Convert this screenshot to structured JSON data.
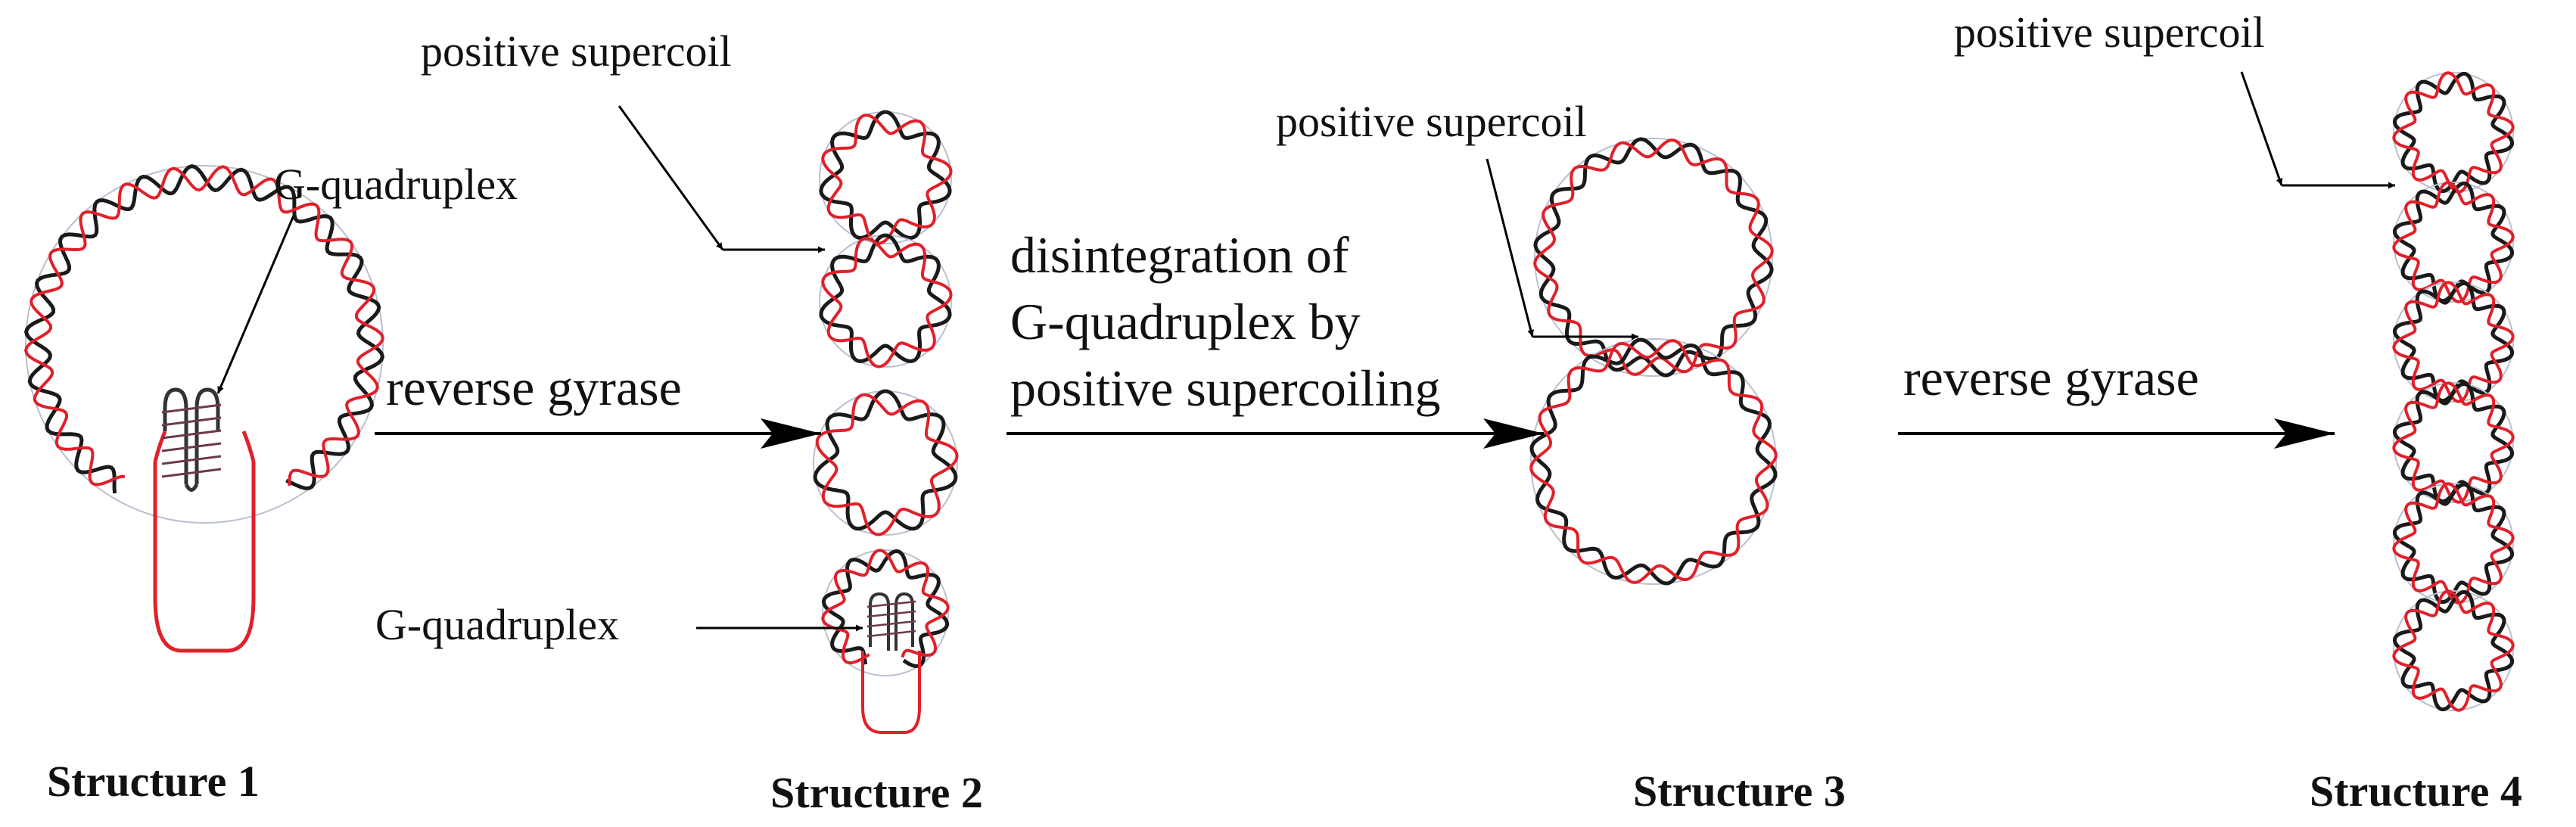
{
  "colors": {
    "strand_black": "#1a1a1a",
    "strand_red": "#e0202a",
    "guide_circle": "#b8c0d0",
    "arrow": "#000000"
  },
  "structure_captions": {
    "s1": "Structure 1",
    "s2": "Structure 2",
    "s3": "Structure 3",
    "s4": "Structure 4"
  },
  "labels": {
    "g_quadruplex_1": "G-quadruplex",
    "g_quadruplex_2": "G-quadruplex",
    "supercoil_2": "positive supercoil",
    "supercoil_3": "positive supercoil",
    "supercoil_4": "positive supercoil"
  },
  "steps": {
    "step1": "reverse gyrase",
    "step2_line1": "disintegration of",
    "step2_line2": "G-quadruplex by",
    "step2_line3": "positive supercoiling",
    "step3": "reverse gyrase"
  }
}
